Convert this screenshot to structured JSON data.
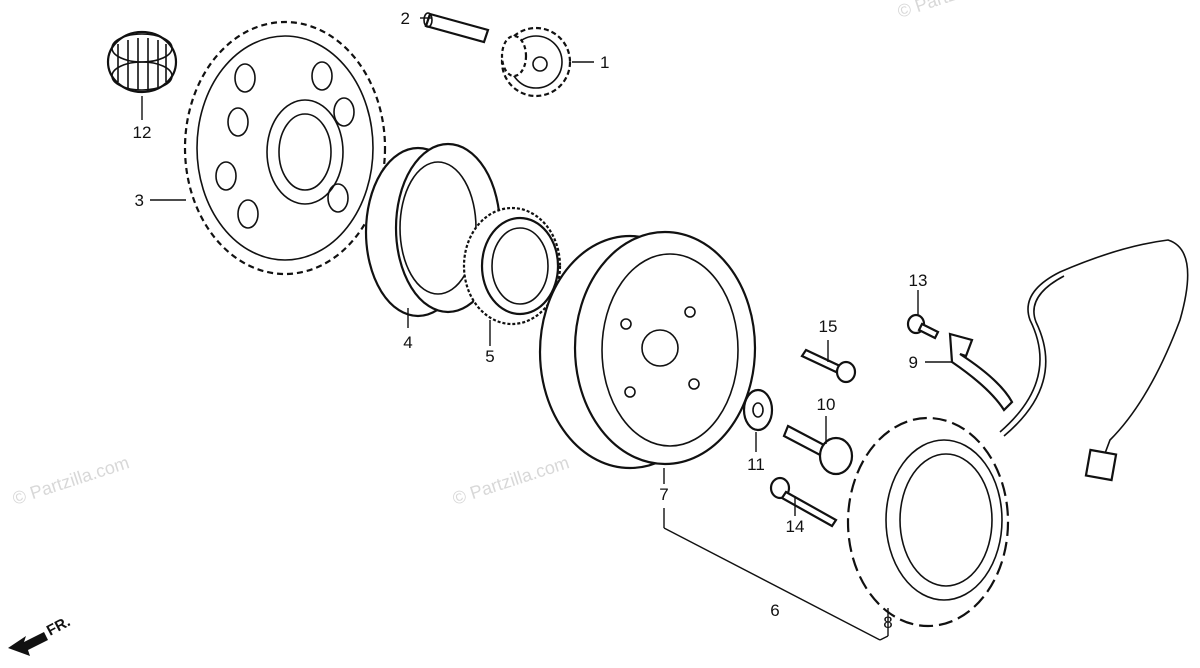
{
  "callouts": {
    "c1": "1",
    "c2": "2",
    "c3": "3",
    "c4": "4",
    "c5": "5",
    "c6": "6",
    "c7": "7",
    "c8": "8",
    "c9": "9",
    "c10": "10",
    "c11": "11",
    "c12": "12",
    "c13": "13",
    "c14": "14",
    "c15": "15"
  },
  "front_marker": "FR.",
  "watermarks": [
    "© Partzilla.com",
    "© Partzilla.com",
    "© Partzilla.com"
  ]
}
